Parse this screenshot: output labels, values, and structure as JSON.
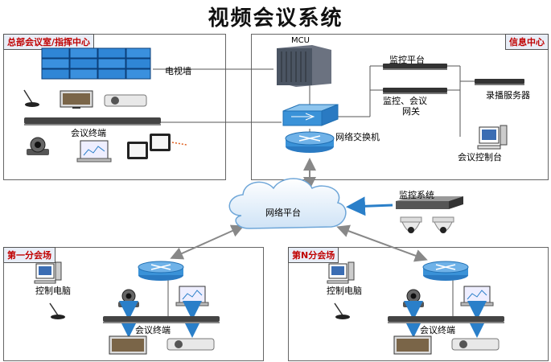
{
  "title": "视频会议系统",
  "hq": {
    "tag": "总部会议室/指挥中心",
    "video_wall": "电视墙",
    "conf_terminal": "会议终端"
  },
  "info": {
    "tag": "信息中心",
    "mcu": "MCU",
    "monitor_platform": "监控平台",
    "gateway_line1": "监控、会议",
    "gateway_line2": "网关",
    "recorder": "录播服务器",
    "switch": "网络交换机",
    "conf_console": "会议控制台"
  },
  "cloud_label": "网络平台",
  "monitor_system": "监控系统",
  "site1": {
    "tag": "第一分会场",
    "pc": "控制电脑",
    "terminal": "会议终端"
  },
  "siteN": {
    "tag": "第N分会场",
    "pc": "控制电脑",
    "terminal": "会议终端"
  }
}
